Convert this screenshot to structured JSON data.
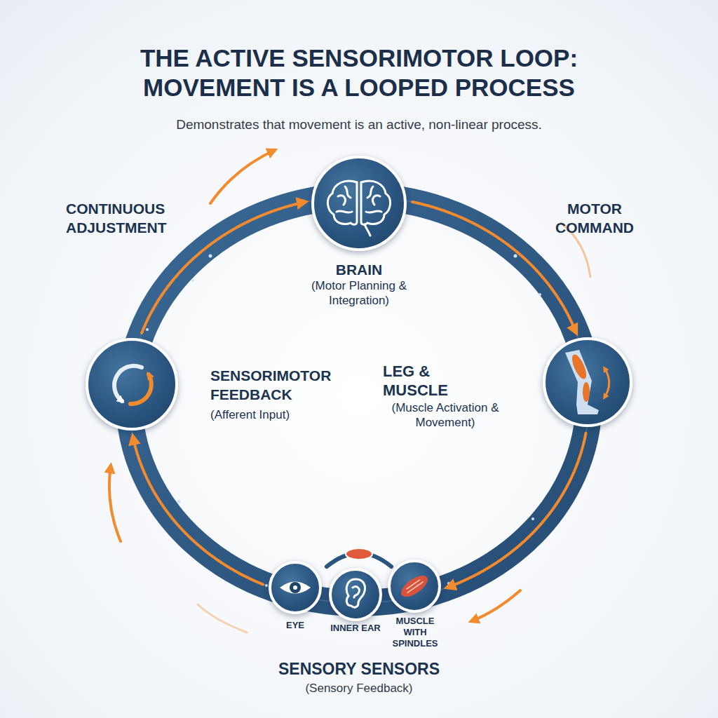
{
  "diagram": {
    "title": "THE ACTIVE SENSORIMOTOR LOOP: MOVEMENT IS A LOOPED PROCESS",
    "caption": "Demonstrates that movement is an active, non-linear process.",
    "nodes": [
      {
        "text": [
          "BRAIN",
          "(Motor Planning & Integration)"
        ]
      },
      {
        "text": [
          "LEG & MUSCLE",
          "(Muscle Activation & Movement)"
        ]
      },
      {
        "text": [
          "EYE"
        ]
      },
      {
        "text": [
          "INNER EAR"
        ]
      },
      {
        "text": [
          "MUSCLE WITH SPINDLES"
        ]
      },
      {
        "text": [
          "SENSORIMOTOR FEEDBACK",
          "(Afferent Input)"
        ]
      }
    ],
    "edges": [
      {
        "from": 0,
        "to": 1,
        "label": "MOTOR COMMAND",
        "arrow": "to"
      },
      {
        "from": 1,
        "to": 4,
        "arrow": "to"
      },
      {
        "from": 2,
        "to": 5,
        "arrow": "to"
      },
      {
        "from": 5,
        "to": 0,
        "label": "CONTINUOUS ADJUSTMENT",
        "arrow": "to"
      }
    ],
    "labels": [
      "SENSORY SENSORS",
      "(Sensory Feedback)"
    ]
  }
}
